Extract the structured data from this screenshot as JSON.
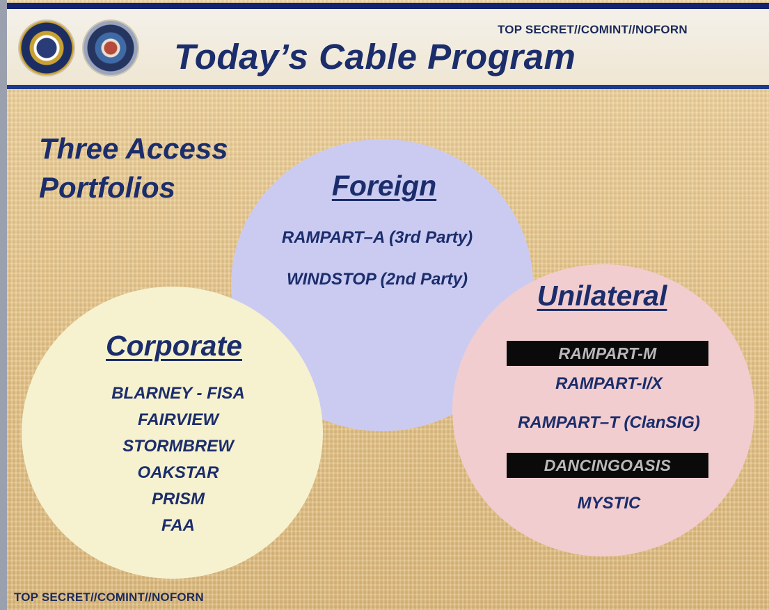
{
  "classification": {
    "top": "TOP SECRET//COMINT//NOFORN",
    "bottom": "TOP SECRET//COMINT//NOFORN"
  },
  "title": "Today’s Cable Program",
  "subtitle": [
    "Three Access",
    "Portfolios"
  ],
  "portfolios": {
    "foreign": {
      "heading": "Foreign",
      "items": [
        "RAMPART–A (3rd Party)",
        "WINDSTOP (2nd Party)"
      ]
    },
    "corporate": {
      "heading": "Corporate",
      "items": [
        "BLARNEY - FISA",
        "FAIRVIEW",
        "STORMBREW",
        "OAKSTAR",
        "PRISM",
        "FAA"
      ]
    },
    "unilateral": {
      "heading": "Unilateral",
      "items": [
        "RAMPART-M",
        "RAMPART-I/X",
        "RAMPART–T (ClanSIG)",
        "DANCINGOASIS",
        "MYSTIC"
      ]
    }
  },
  "colors": {
    "text_navy": "#1b2d6b",
    "header_rule": "#1e3a8a",
    "foreign_circle": "#cbcbf2",
    "corporate_circle": "#f6f2d0",
    "unilateral_circle": "#f1cdd0",
    "redaction_bar": "#0a0a0a"
  },
  "icons": [
    "nsa-seal-icon",
    "css-seal-icon"
  ]
}
